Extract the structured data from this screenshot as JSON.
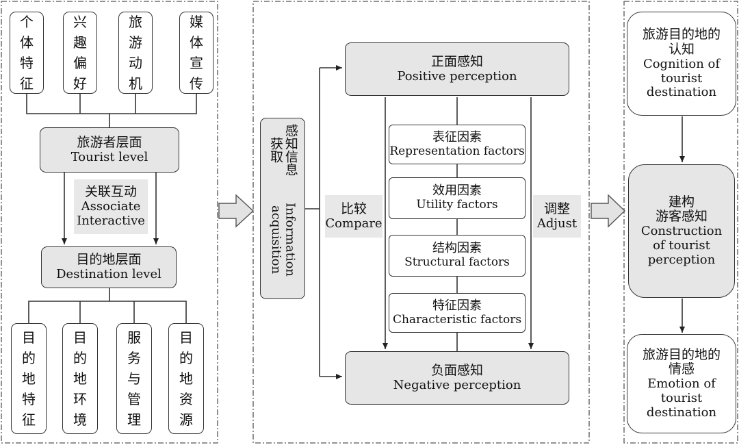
{
  "left": {
    "top_boxes": [
      "个\n体\n特\n征",
      "兴\n趣\n偏\n好",
      "旅\n游\n动\n机",
      "媒\n体\n宣\n传"
    ],
    "tourist_level": {
      "zh": "旅游者层面",
      "en": "Tourist level"
    },
    "associate": {
      "zh": "关联互动",
      "en1": "Associate",
      "en2": "Interactive"
    },
    "destination_level": {
      "zh": "目的地层面",
      "en": "Destination level"
    },
    "bottom_boxes": [
      "目\n的\n地\n特\n征",
      "目\n的\n地\n环\n境",
      "服\n务\n与\n管\n理",
      "目\n的\n地\n资\n源"
    ]
  },
  "middle": {
    "info": {
      "zh": "感知信息获取",
      "en": "Information acquisition"
    },
    "positive": {
      "zh": "正面感知",
      "en": "Positive perception"
    },
    "negative": {
      "zh": "负面感知",
      "en": "Negative perception"
    },
    "compare": {
      "zh": "比较",
      "en": "Compare"
    },
    "adjust": {
      "zh": "调整",
      "en": "Adjust"
    },
    "factors": [
      {
        "zh": "表征因素",
        "en": "Representation factors"
      },
      {
        "zh": "效用因素",
        "en": "Utility factors"
      },
      {
        "zh": "结构因素",
        "en": "Structural factors"
      },
      {
        "zh": "特征因素",
        "en": "Characteristic factors"
      }
    ]
  },
  "right": {
    "cognition": {
      "zh": "旅游目的地的\n认知",
      "en": "Cognition of\ntourist\ndestination"
    },
    "construction": {
      "zh": "建构\n游客感知",
      "en": "Construction\nof tourist\nperception"
    },
    "emotion": {
      "zh": "旅游目的地的\n情感",
      "en": "Emotion of\ntourist\ndestination"
    }
  }
}
